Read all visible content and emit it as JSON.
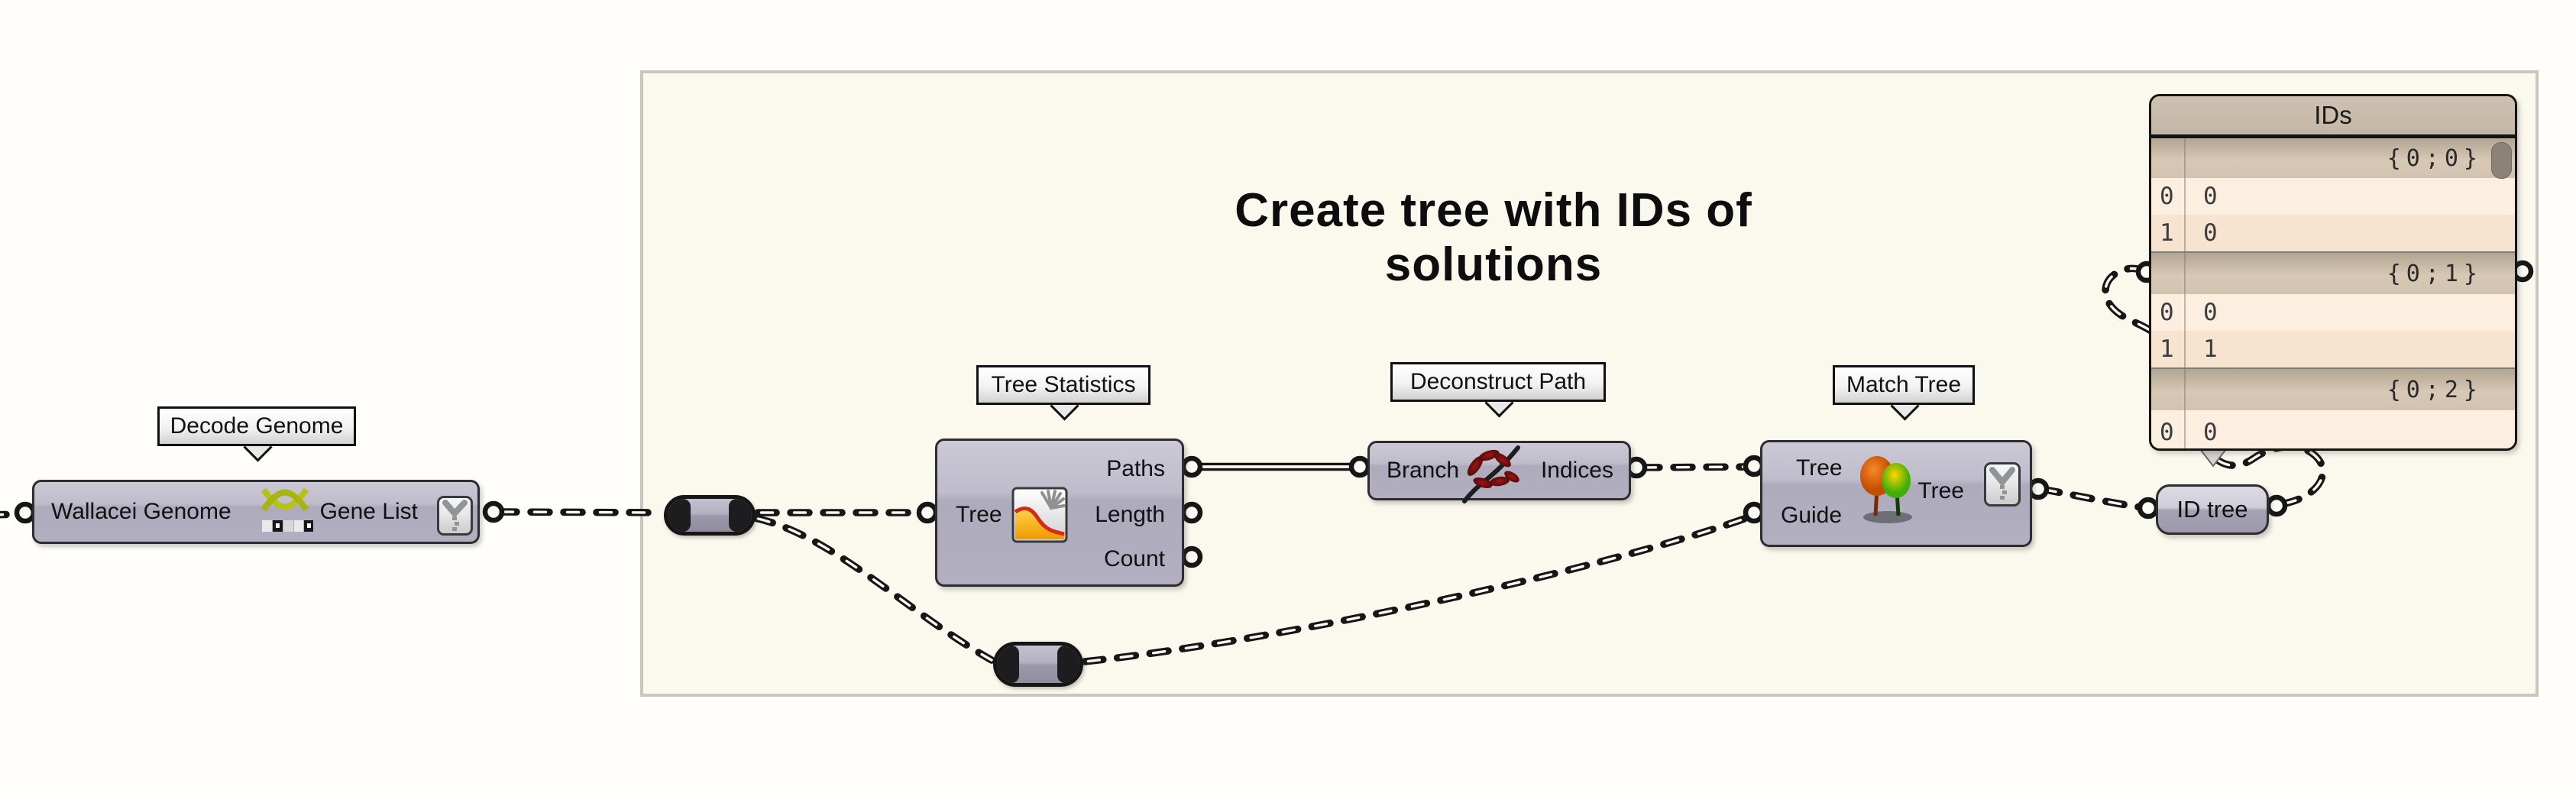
{
  "group": {
    "title": "Create tree with IDs of solutions"
  },
  "components": {
    "decode_genome": {
      "tooltip": "Decode Genome",
      "input": "Wallacei Genome",
      "output": "Gene List"
    },
    "tree_statistics": {
      "tooltip": "Tree Statistics",
      "input": "Tree",
      "outputs": [
        "Paths",
        "Length",
        "Count"
      ]
    },
    "deconstruct_path": {
      "tooltip": "Deconstruct Path",
      "input": "Branch",
      "output": "Indices"
    },
    "match_tree": {
      "tooltip": "Match Tree",
      "inputs": [
        "Tree",
        "Guide"
      ],
      "output": "Tree"
    },
    "id_tree": {
      "label": "ID tree"
    }
  },
  "panel": {
    "title": "IDs",
    "sections": [
      {
        "path": "{0;0}",
        "rows": [
          {
            "index": "0",
            "value": "0"
          },
          {
            "index": "1",
            "value": "0"
          }
        ]
      },
      {
        "path": "{0;1}",
        "rows": [
          {
            "index": "0",
            "value": "0"
          },
          {
            "index": "1",
            "value": "1"
          }
        ]
      },
      {
        "path": "{0;2}",
        "rows": [
          {
            "index": "0",
            "value": "0"
          }
        ]
      }
    ]
  },
  "colors": {
    "wire": "#161616",
    "component_body": "#b2b0c0",
    "group_background": "#fbf8ee",
    "panel_band": "#cdbfac",
    "panel_row": "#fcefe0",
    "dna_icon_accent": "#b7c216",
    "leaf_icon_accent": "#6e0f0f",
    "tree_icon_orange": "#e86e10",
    "tree_icon_green": "#4ab40c"
  }
}
